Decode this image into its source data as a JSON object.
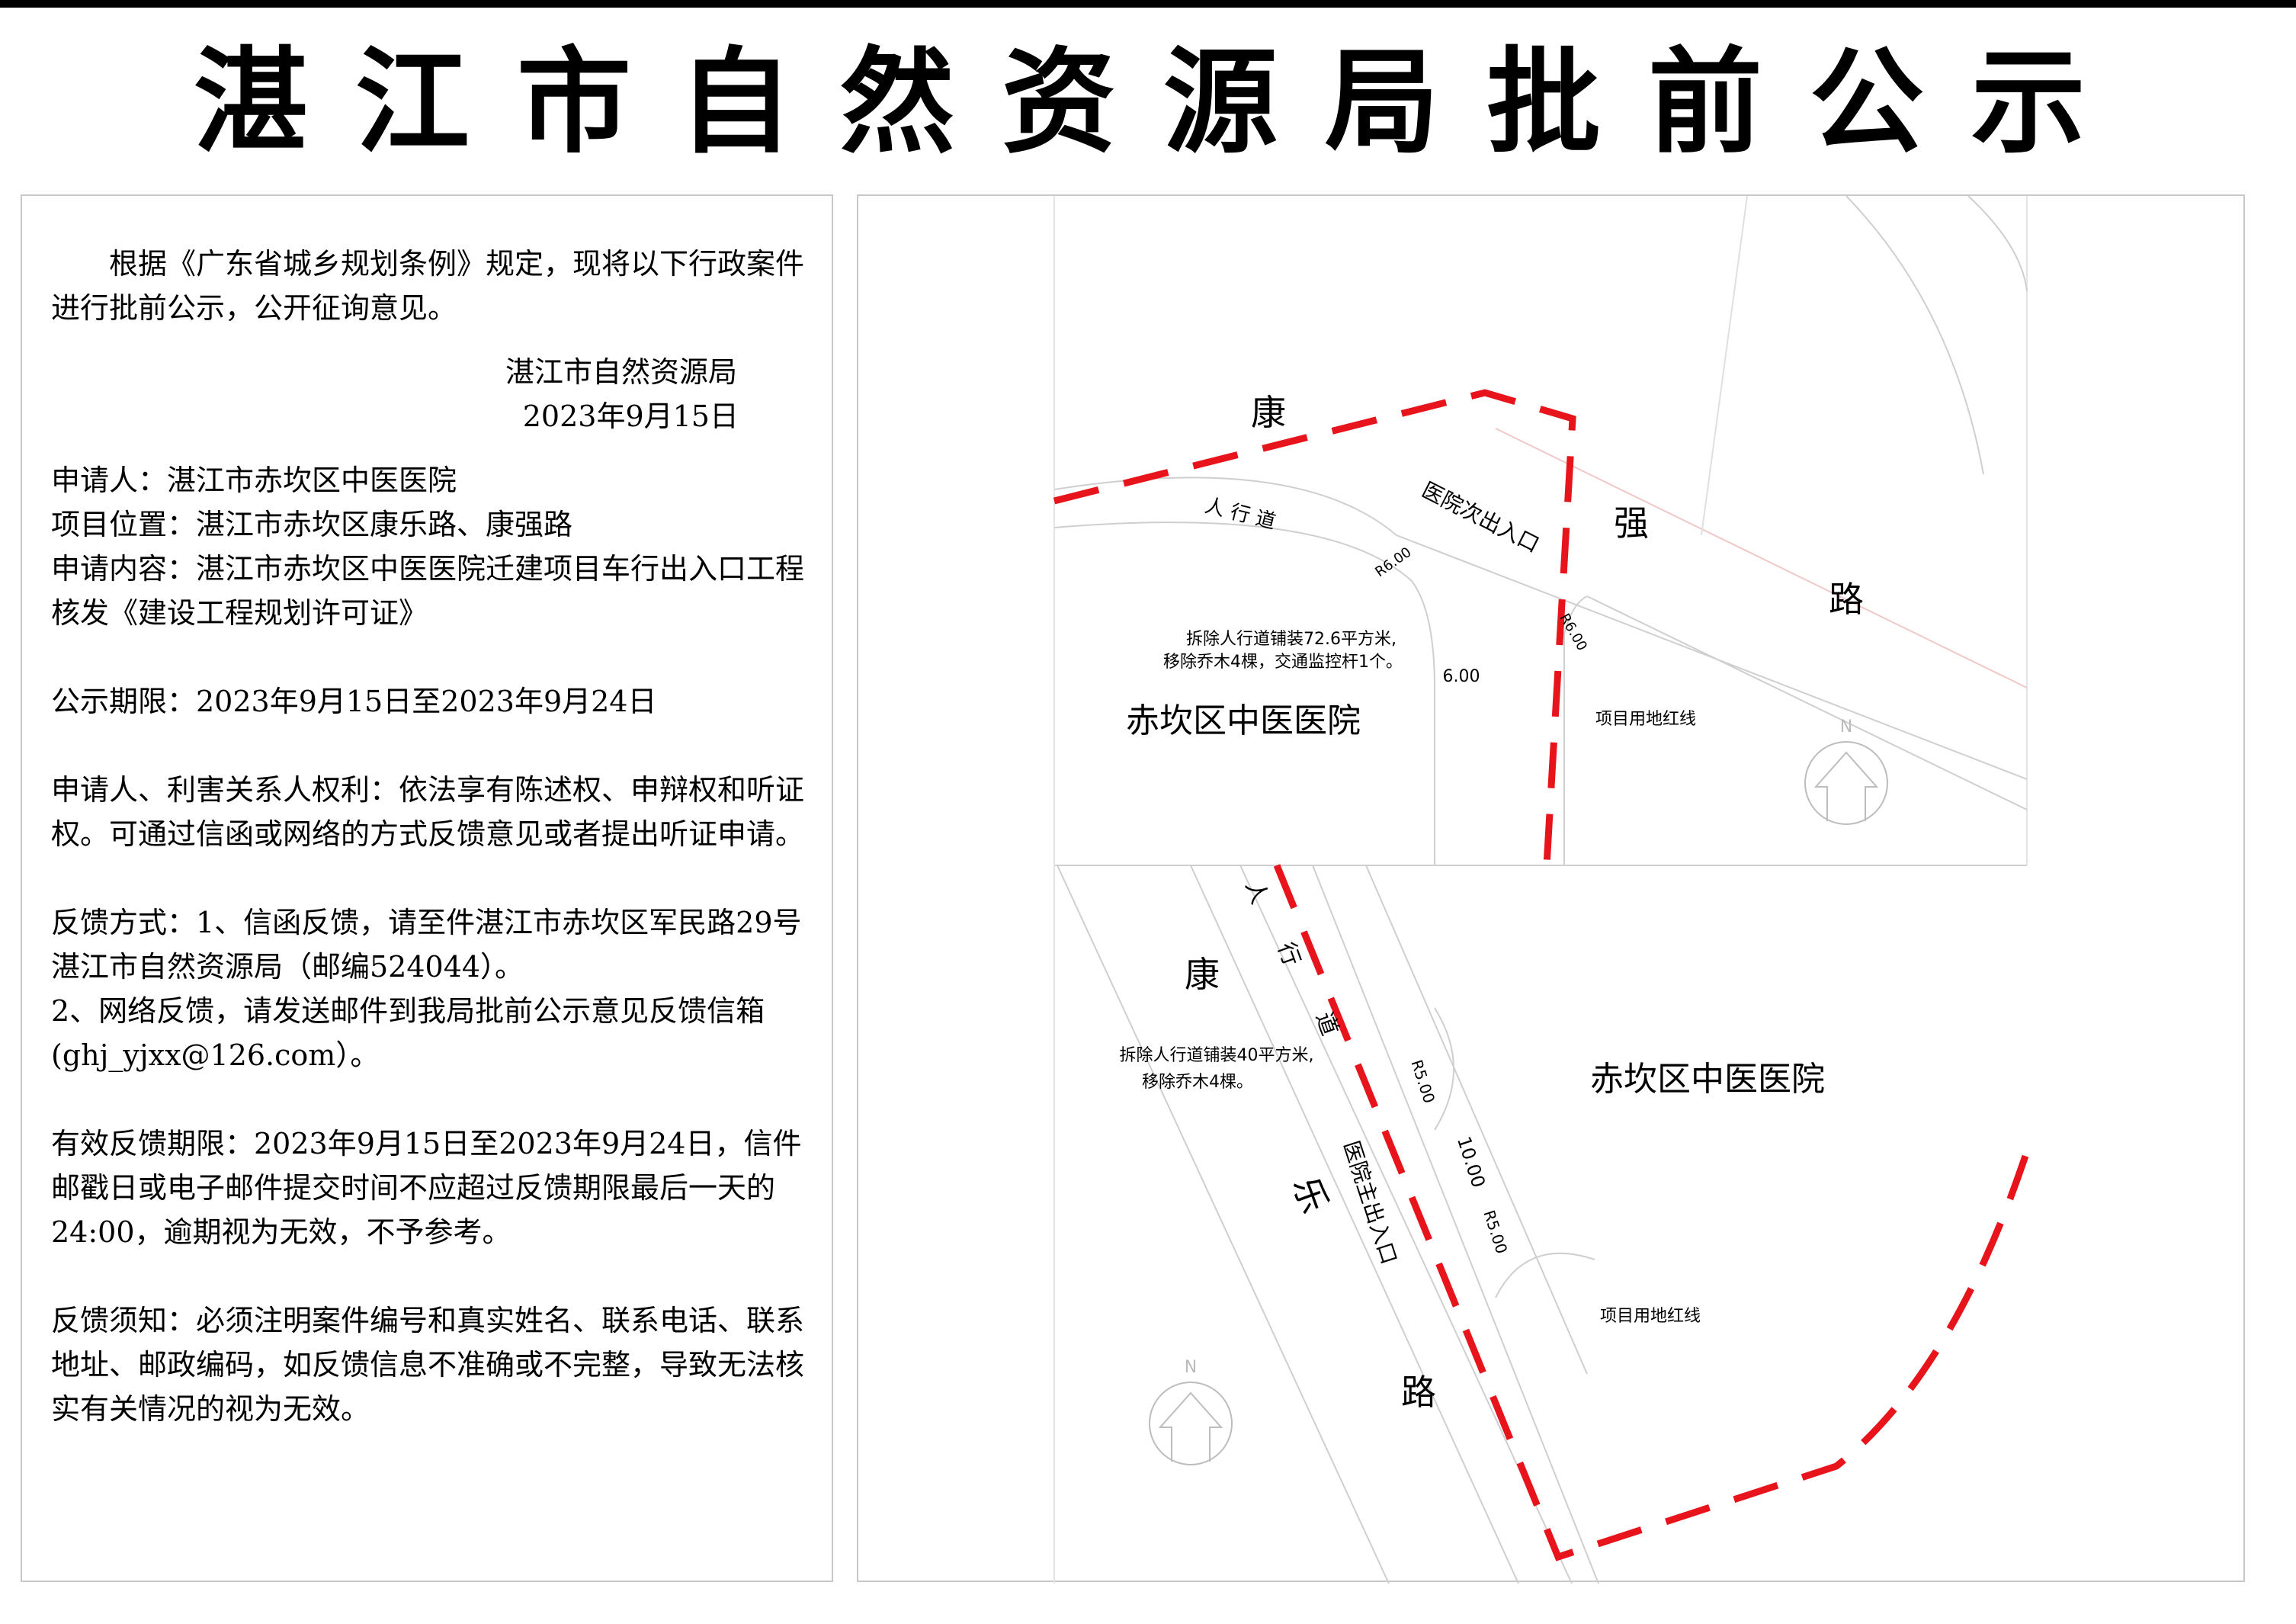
{
  "title": "湛江市自然资源局批前公示",
  "notice": {
    "intro": "根据《广东省城乡规划条例》规定，现将以下行政案件进行批前公示，公开征询意见。",
    "issuer": "湛江市自然资源局",
    "date": "2023年9月15日",
    "applicant": "申请人：湛江市赤坎区中医医院",
    "location": "项目位置：湛江市赤坎区康乐路、康强路",
    "content_1": "申请内容：湛江市赤坎区中医医院迁建项目车行出入口工程",
    "content_2": "核发《建设工程规划许可证》",
    "period": "公示期限：2023年9月15日至2023年9月24日",
    "rights": "申请人、利害关系人权利：依法享有陈述权、申辩权和听证权。可通过信函或网络的方式反馈意见或者提出听证申请。",
    "feedback_1": "反馈方式：1、信函反馈，请至件湛江市赤坎区军民路29号湛江市自然资源局（邮编524044）。",
    "feedback_2": "2、网络反馈，请发送邮件到我局批前公示意见反馈信箱(ghj_yjxx@126.com）。",
    "deadline": "有效反馈期限：2023年9月15日至2023年9月24日，信件邮戳日或电子邮件提交时间不应超过反馈期限最后一天的24:00，逾期视为无效，不予参考。",
    "notes": "反馈须知：必须注明案件编号和真实姓名、联系电话、联系地址、邮政编码，如反馈信息不准确或不完整，导致无法核实有关情况的视为无效。"
  },
  "map": {
    "top": {
      "road_kang": "康",
      "road_qiang": "强",
      "road_lu": "路",
      "sidewalk": "人 行 道",
      "secondary_entrance": "医院次出入口",
      "radius_1": "R6.00",
      "radius_2": "R6.00",
      "note_1": "拆除人行道铺装72.6平方米,",
      "note_2": "移除乔木4棵，交通监控杆1个。",
      "width": "6.00",
      "hospital": "赤坎区中医医院",
      "redline": "项目用地红线",
      "north": "N"
    },
    "bottom": {
      "sidewalk_1": "人",
      "sidewalk_2": "行",
      "sidewalk_3": "道",
      "road_kang": "康",
      "road_le": "乐",
      "road_lu": "路",
      "note_1": "拆除人行道铺装40平方米,",
      "note_2": "移除乔木4棵。",
      "radius_1": "R5.00",
      "radius_2": "R5.00",
      "width": "10.00",
      "main_entrance": "医院主出入口",
      "hospital": "赤坎区中医医院",
      "redline": "项目用地红线",
      "north": "N"
    },
    "colors": {
      "redline": "#e8141b",
      "roadline": "#c8c8c8"
    }
  }
}
